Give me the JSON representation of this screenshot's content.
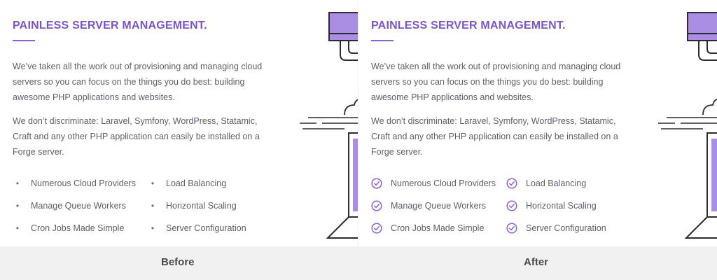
{
  "title": "PAINLESS SERVER MANAGEMENT.",
  "paragraph_1": "We’ve taken all the work out of provisioning and managing cloud servers so you can focus on the things you do best: building awesome PHP applications and websites.",
  "paragraph_2": "We don’t discriminate: Laravel, Symfony, WordPress, Statamic, Craft and any other PHP application can easily be installed on a Forge server.",
  "features": [
    "Numerous Cloud Providers",
    "Manage Queue Workers",
    "Cron Jobs Made Simple",
    "Load Balancing",
    "Horizontal Scaling",
    "Server Configuration"
  ],
  "bullet_glyph": "•",
  "captions": {
    "before": "Before",
    "after": "After"
  },
  "colors": {
    "accent": "#7b54c9",
    "text": "#5e5e68",
    "footer": "#f1f1f1"
  },
  "icons": {
    "before_marker": "bullet-dot",
    "after_marker": "check-circle-icon"
  }
}
